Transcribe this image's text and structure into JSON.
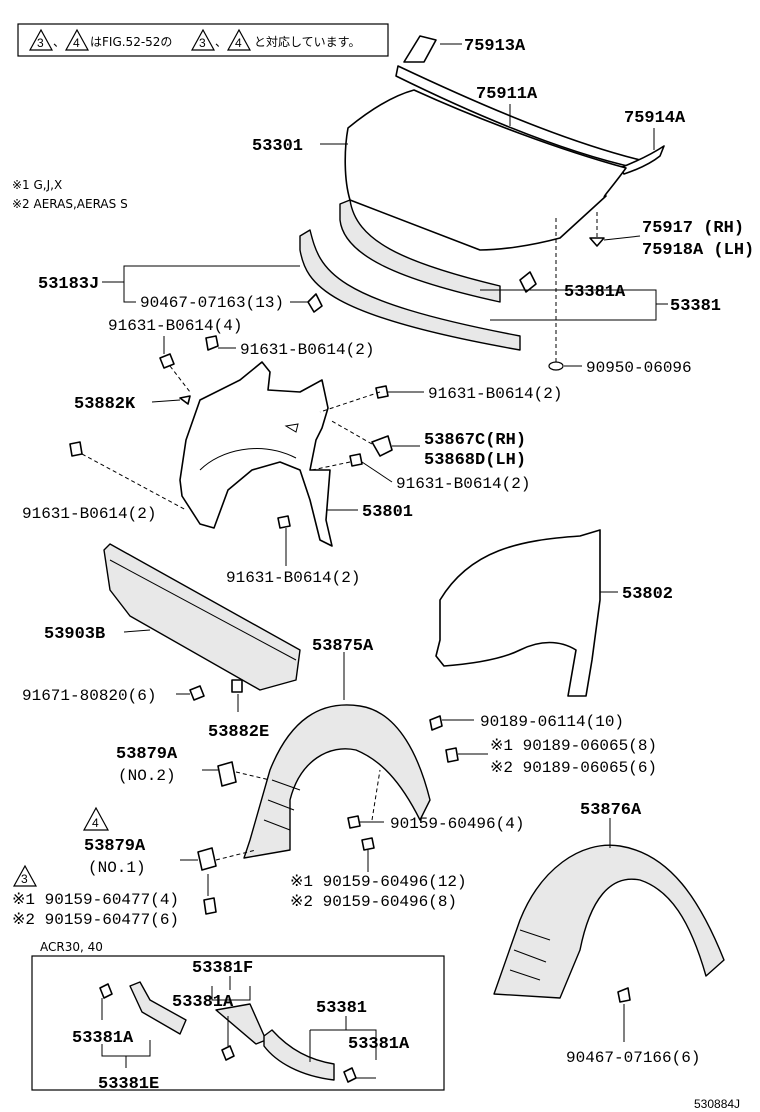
{
  "header_note": {
    "tri_a": "3",
    "sep1": "、",
    "tri_b": "4",
    "text1": "はFIG.52-52の",
    "tri_c": "3",
    "sep2": "、",
    "tri_d": "4",
    "text2": "と対応しています。"
  },
  "notes": {
    "n1": "※1 G,J,X",
    "n2": "※2 AERAS,AERAS S"
  },
  "parts": {
    "p75913A": "75913A",
    "p75911A": "75911A",
    "p75914A": "75914A",
    "p53301": "53301",
    "p75917": "75917  (RH)",
    "p75918A": "75918A (LH)",
    "p53183J": "53183J",
    "p90467_07163": "90467-07163(13)",
    "p53381A_top": "53381A",
    "p53381_top": "53381",
    "p91631_4": "91631-B0614(4)",
    "p91631_2a": "91631-B0614(2)",
    "p90950": "90950-06096",
    "p53882K": "53882K",
    "p91631_2b": "91631-B0614(2)",
    "p53867C": "53867C(RH)",
    "p53868D": "53868D(LH)",
    "p91631_2c": "91631-B0614(2)",
    "p91631_2d": "91631-B0614(2)",
    "p53801": "53801",
    "p91631_2e": "91631-B0614(2)",
    "p53802": "53802",
    "p53903B": "53903B",
    "p53875A": "53875A",
    "p91671": "91671-80820(6)",
    "p53882E": "53882E",
    "p90189_06114": "90189-06114(10)",
    "p53879A_2": "53879A",
    "p53879A_2sub": "(NO.2)",
    "p90189_06065_8": "※1 90189-06065(8)",
    "p90189_06065_6": "※2 90189-06065(6)",
    "tri4": "4",
    "p53879A_1": "53879A",
    "p53879A_1sub": "(NO.1)",
    "p90159_60496_4": "90159-60496(4)",
    "p53876A": "53876A",
    "tri3": "3",
    "p90159_60477_4": "※1 90159-60477(4)",
    "p90159_60477_6": "※2 90159-60477(6)",
    "p90159_60496_12": "※1 90159-60496(12)",
    "p90159_60496_8": "※2 90159-60496(8)",
    "box_title": "ACR30, 40",
    "p53381F": "53381F",
    "p53381A_box1": "53381A",
    "p53381_box": "53381",
    "p53381A_box2": "53381A",
    "p53381A_box3": "53381A",
    "p53381E": "53381E",
    "p90467_07166": "90467-07166(6)"
  },
  "figure_id": "530884J"
}
